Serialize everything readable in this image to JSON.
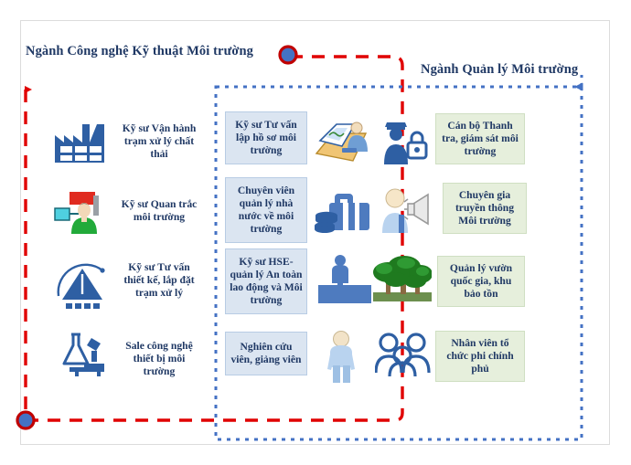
{
  "diagram": {
    "title_left": "Ngành Công nghệ Kỹ thuật Môi trường",
    "title_right": "Ngành Quản lý Môi trường",
    "colors": {
      "red_path": "#e00000",
      "blue_path": "#4472c4",
      "marker_fill": "#4472c4",
      "marker_stroke": "#c00000",
      "text": "#1f3864",
      "blue_box_fill": "#dbe5f1",
      "blue_box_border": "#b8cce4",
      "green_box_fill": "#e6efdc",
      "green_box_border": "#cfdfc2",
      "page_border": "#dcdcdc"
    },
    "columns": {
      "col1_icons": [
        {
          "name": "factory-icon",
          "label": "nhà máy xử lý chất thải"
        },
        {
          "name": "monitoring-person-icon",
          "label": "quan trắc môi trường"
        },
        {
          "name": "gauge-meter-icon",
          "label": "đồng hồ đo"
        },
        {
          "name": "lab-flask-microscope-icon",
          "label": "thiết bị phòng thí nghiệm"
        }
      ],
      "col1_labels": [
        "Kỹ sư Vận hành trạm xử lý chất thải",
        "Kỹ sư Quan trắc môi trường",
        "Kỹ sư Tư vấn thiết kế, lắp đặt trạm xử lý",
        "Sale công nghệ thiết bị môi trường"
      ],
      "col2_labels": [
        "Kỹ sư Tư vấn lập hồ sơ môi trường",
        "Chuyên viên quản lý nhà nước về môi trường",
        "Kỹ sư HSE- quản lý An toàn lao động và Môi trường",
        "Nghiên cứu viên, giảng viên"
      ],
      "col2_icons": [
        {
          "name": "person-at-desk-document-icon",
          "label": "tư vấn hồ sơ"
        },
        {
          "name": "briefcase-coins-icon",
          "label": "quản lý nhà nước"
        },
        {
          "name": "worker-at-podium-icon",
          "label": "an toàn lao động"
        },
        {
          "name": "standing-person-icon",
          "label": "giảng viên"
        }
      ],
      "col3_icons": [
        {
          "name": "inspector-with-lock-icon",
          "label": "thanh tra giám sát"
        },
        {
          "name": "person-megaphone-icon",
          "label": "truyền thông"
        },
        {
          "name": "forest-trees-icon",
          "label": "vườn quốc gia"
        },
        {
          "name": "people-group-icon",
          "label": "tổ chức phi chính phủ"
        }
      ],
      "col3_labels": [
        "Cán bộ Thanh tra, giám sát môi trường",
        "Chuyên gia truyền thông Môi trường",
        "Quản lý vườn quốc gia, khu bảo tồn",
        "Nhân viên tổ chức phi chính phủ"
      ]
    }
  }
}
